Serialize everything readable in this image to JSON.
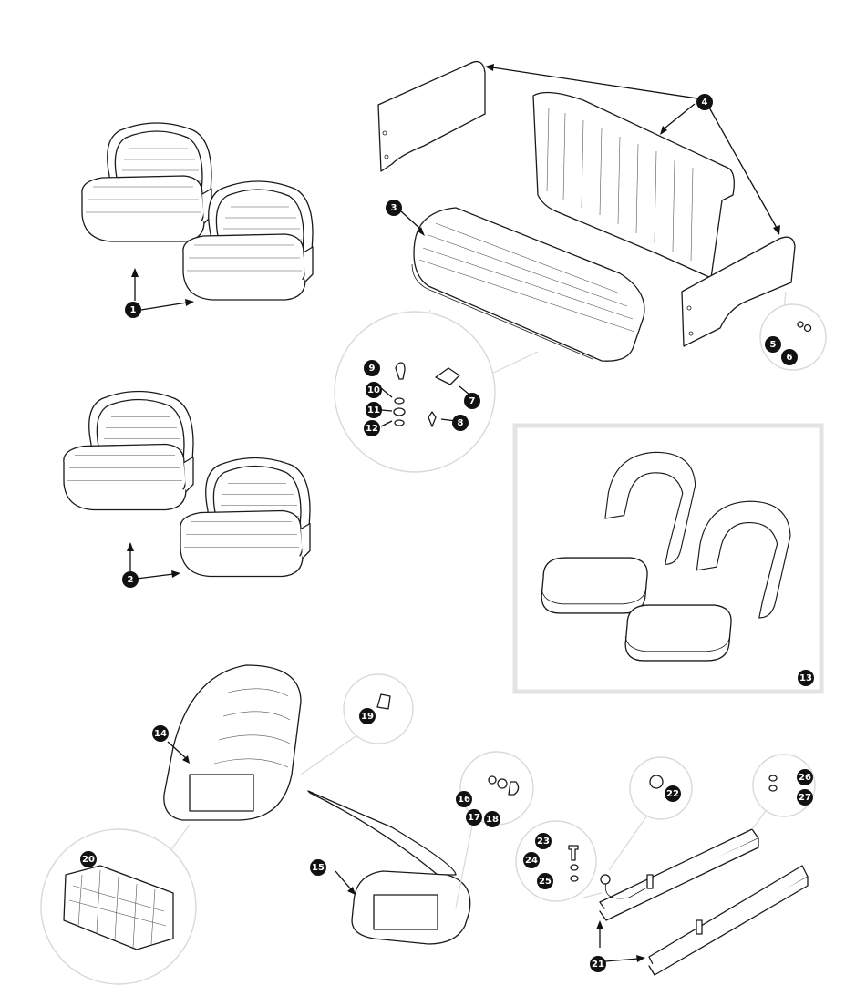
{
  "callouts": [
    {
      "id": "c1",
      "label": "1"
    },
    {
      "id": "c2",
      "label": "2"
    },
    {
      "id": "c3",
      "label": "3"
    },
    {
      "id": "c4",
      "label": "4"
    },
    {
      "id": "c5",
      "label": "5"
    },
    {
      "id": "c6",
      "label": "6"
    },
    {
      "id": "c7",
      "label": "7"
    },
    {
      "id": "c8",
      "label": "8"
    },
    {
      "id": "c9",
      "label": "9"
    },
    {
      "id": "c10",
      "label": "10"
    },
    {
      "id": "c11",
      "label": "11"
    },
    {
      "id": "c12",
      "label": "12"
    },
    {
      "id": "c13",
      "label": "13"
    },
    {
      "id": "c14",
      "label": "14"
    },
    {
      "id": "c15",
      "label": "15"
    },
    {
      "id": "c16",
      "label": "16"
    },
    {
      "id": "c17",
      "label": "17"
    },
    {
      "id": "c18",
      "label": "18"
    },
    {
      "id": "c19",
      "label": "19"
    },
    {
      "id": "c20",
      "label": "20"
    },
    {
      "id": "c21",
      "label": "21"
    },
    {
      "id": "c22",
      "label": "22"
    },
    {
      "id": "c23",
      "label": "23"
    },
    {
      "id": "c24",
      "label": "24"
    },
    {
      "id": "c25",
      "label": "25"
    },
    {
      "id": "c26",
      "label": "26"
    },
    {
      "id": "c27",
      "label": "27"
    }
  ],
  "colors": {
    "ink": "#1a1a1a",
    "badge": "#111111",
    "frame": "#e3e3e3",
    "leader": "#d9d9d9"
  }
}
